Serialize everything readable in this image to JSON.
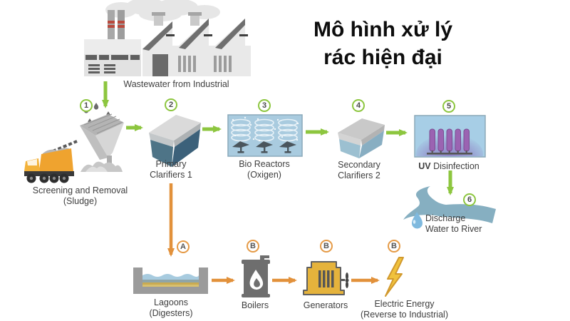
{
  "title": {
    "line1": "Mô hình xử lý",
    "line2": "rác hiện đại"
  },
  "factory": {
    "caption": "Wastewater from Industrial"
  },
  "steps": [
    {
      "num": "1",
      "line1": "Screening and Removal",
      "line2": "(Sludge)"
    },
    {
      "num": "2",
      "line1": "Primary",
      "line2": "Clarifiers 1"
    },
    {
      "num": "3",
      "line1": "Bio Reactors",
      "line2": "(Oxigen)"
    },
    {
      "num": "4",
      "line1": "Secondary",
      "line2": "Clarifiers 2"
    },
    {
      "num": "5",
      "bold": "UV",
      "line1": "Disinfection"
    },
    {
      "num": "6",
      "line1": "Discharge",
      "line2": "Water to River"
    }
  ],
  "energy": [
    {
      "letter": "A",
      "line1": "Lagoons",
      "line2": "(Digesters)"
    },
    {
      "letter": "B",
      "line1": "Boilers",
      "line2": ""
    },
    {
      "letter": "B",
      "line1": "Generators",
      "line2": ""
    },
    {
      "letter": "B",
      "line1": "Electric Energy",
      "line2": "(Reverse to Industrial)"
    }
  ],
  "colors": {
    "process_green": "#8dc63f",
    "energy_orange": "#e2913b",
    "reactor_water_blue": "#a9cbdf",
    "uv_purple": "#9b63b2",
    "clarifier_dark_blue": "#4e7487",
    "clarifier_light_blue": "#9cc0d1",
    "energy_yellow": "#e5b33c",
    "river_blue": "#86afc1",
    "truck_orange": "#f0a830",
    "title_black": "#0d0d0d",
    "label_gray": "#3e3e3e"
  },
  "icons": [
    "factory-icon",
    "smoke-icon",
    "dump-truck-icon",
    "screening-hopper-icon",
    "sludge-pile-icon",
    "clarifier-tank-icon",
    "aerator-coil-icon",
    "uv-lamp-icon",
    "river-icon",
    "water-drop-icon",
    "lagoon-basin-icon",
    "boiler-flame-icon",
    "generator-icon",
    "lightning-bolt-icon",
    "arrow-icon"
  ]
}
